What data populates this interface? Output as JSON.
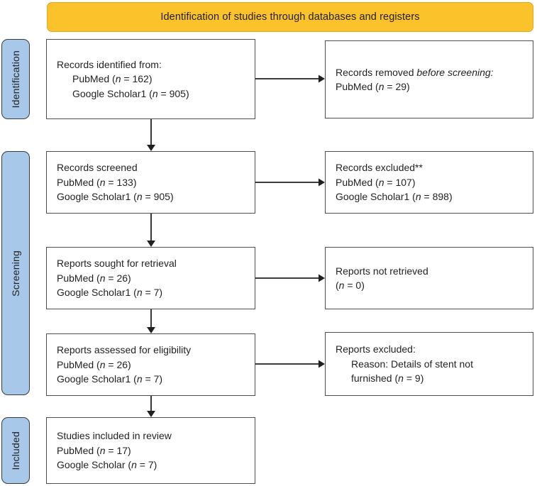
{
  "figure": {
    "type": "prisma-flow-diagram",
    "banner_title": "Identification of studies through databases and registers",
    "colors": {
      "banner_fill": "#fac22b",
      "stage_fill": "#a8c8ea",
      "box_border": "#4d4d4d",
      "text": "#231f20"
    }
  },
  "stages": [
    {
      "id": "identification",
      "label": "Identification"
    },
    {
      "id": "screening",
      "label": "Screening"
    },
    {
      "id": "included",
      "label": "Included"
    }
  ],
  "boxes": {
    "identified": {
      "lines": [
        {
          "text": "Records identified from:",
          "indent": false
        },
        {
          "text": "PubMed (n = 162)",
          "indent": true
        },
        {
          "text": "Google Scholar1 (n = 905)",
          "indent": true
        }
      ]
    },
    "removed": {
      "lines": [
        {
          "text": "Records removed before screening:",
          "indent": false
        },
        {
          "text": "PubMed (n = 29)",
          "indent": false
        }
      ]
    },
    "screened": {
      "lines": [
        {
          "text": "Records screened",
          "indent": false
        },
        {
          "text": "PubMed (n = 133)",
          "indent": false
        },
        {
          "text": "Google Scholar1 (n = 905)",
          "indent": false
        }
      ]
    },
    "excluded_records": {
      "lines": [
        {
          "text": "Records excluded**",
          "indent": false
        },
        {
          "text": "PubMed (n = 107)",
          "indent": false
        },
        {
          "text": "Google Scholar1 (n = 898)",
          "indent": false
        }
      ]
    },
    "sought": {
      "lines": [
        {
          "text": "Reports sought for retrieval",
          "indent": false
        },
        {
          "text": "PubMed (n = 26)",
          "indent": false
        },
        {
          "text": "Google Scholar1 (n = 7)",
          "indent": false
        }
      ]
    },
    "not_retrieved": {
      "lines": [
        {
          "text": "Reports not retrieved",
          "indent": false
        },
        {
          "text": "(n = 0)",
          "indent": false
        }
      ]
    },
    "assessed": {
      "lines": [
        {
          "text": "Reports assessed for eligibility",
          "indent": false
        },
        {
          "text": "PubMed (n = 26)",
          "indent": false
        },
        {
          "text": "Google Scholar1 (n = 7)",
          "indent": false
        }
      ]
    },
    "excluded_reports": {
      "lines": [
        {
          "text": "Reports excluded:",
          "indent": false
        },
        {
          "text": "Reason: Details of stent not",
          "indent": true
        },
        {
          "text": "furnished (n = 9)",
          "indent": true
        }
      ]
    },
    "included": {
      "lines": [
        {
          "text": "Studies included in review",
          "indent": false
        },
        {
          "text": "PubMed (n = 17)",
          "indent": false
        },
        {
          "text": "Google Scholar (n = 7)",
          "indent": false
        }
      ]
    }
  },
  "flow_data": {
    "records_identified": {
      "PubMed": 162,
      "Google Scholar1": 905
    },
    "records_removed_before_screening": {
      "PubMed": 29
    },
    "records_screened": {
      "PubMed": 133,
      "Google Scholar1": 905
    },
    "records_excluded": {
      "PubMed": 107,
      "Google Scholar1": 898
    },
    "reports_sought_for_retrieval": {
      "PubMed": 26,
      "Google Scholar1": 7
    },
    "reports_not_retrieved": 0,
    "reports_assessed_for_eligibility": {
      "PubMed": 26,
      "Google Scholar1": 7
    },
    "reports_excluded_details_of_stent_not_furnished": 9,
    "studies_included_in_review": {
      "PubMed": 17,
      "Google Scholar": 7
    }
  }
}
